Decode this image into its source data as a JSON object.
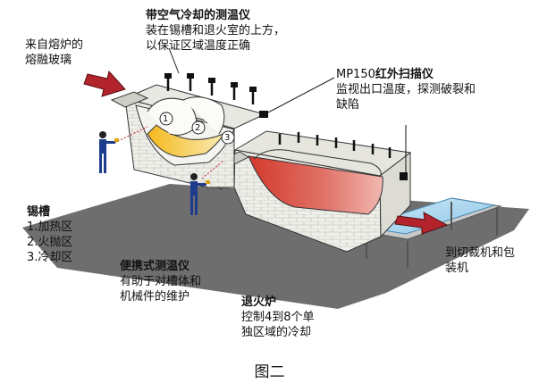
{
  "labels": {
    "source_line1": "来自熔炉的",
    "source_line2": "熔融玻璃",
    "fixed_title": "带空气冷却的测温仪",
    "fixed_desc1": "装在锡槽和退火室的上方，",
    "fixed_desc2": "以保证区域温度正确",
    "scanner_model": "MP150",
    "scanner_title": "红外扫描仪",
    "scanner_desc1": "监视出口温度，探测破裂和",
    "scanner_desc2": "缺陷",
    "bath_title": "锡槽",
    "bath_zone1": "1.加热区",
    "bath_zone2": "2.火抛区",
    "bath_zone3": "3.冷却区",
    "portable_title": "便携式测温仪",
    "portable_desc1": "有助于对槽体和",
    "portable_desc2": "机械件的维护",
    "lehr_title": "退火炉",
    "lehr_desc1": "控制4到8个单",
    "lehr_desc2": "独区域的冷却",
    "output_line1": "到切裁机和包",
    "output_line2": "装机",
    "zone_num1": "1",
    "zone_num2": "2",
    "zone_num3": "3"
  },
  "caption": "图二",
  "colors": {
    "arrow_red": "#b3232c",
    "floor_gray": "#6b6b6b",
    "brick": "#ecece6",
    "operator_blue": "#1d3c8c",
    "glass_light": "#a9d6ee"
  }
}
